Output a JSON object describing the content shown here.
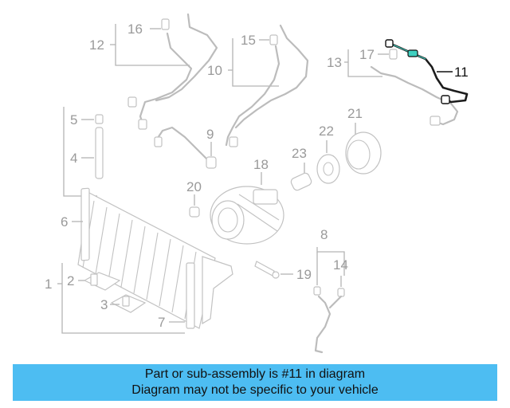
{
  "callouts": {
    "c1": "1",
    "c2": "2",
    "c3": "3",
    "c4": "4",
    "c5": "5",
    "c6": "6",
    "c7": "7",
    "c8": "8",
    "c9": "9",
    "c10": "10",
    "c11": "11",
    "c12": "12",
    "c13": "13",
    "c14": "14",
    "c15": "15",
    "c16": "16",
    "c17": "17",
    "c18": "18",
    "c19": "19",
    "c20": "20",
    "c21": "21",
    "c22": "22",
    "c23": "23"
  },
  "highlighted_part": "11",
  "colors": {
    "banner_bg": "#4dbdf2",
    "part_line": "#c2c2c2",
    "highlight": "#111111",
    "highlight_accent": "#3fd0c0"
  },
  "banner": {
    "line1": "Part or sub-assembly is #11 in diagram",
    "line2": "Diagram may not be specific to your vehicle"
  }
}
